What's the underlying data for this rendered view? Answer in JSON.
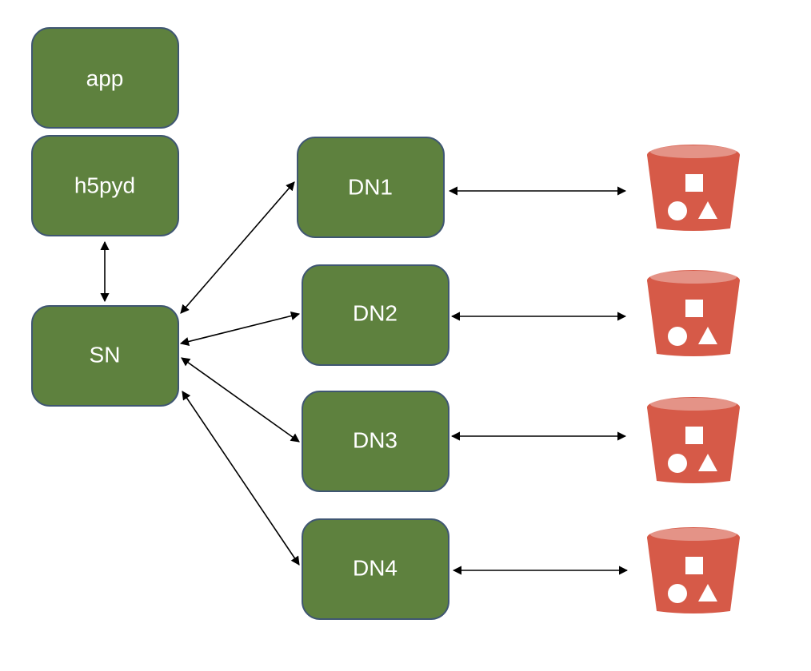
{
  "nodes": {
    "app": "app",
    "h5pyd": "h5pyd",
    "sn": "SN",
    "dn1": "DN1",
    "dn2": "DN2",
    "dn3": "DN3",
    "dn4": "DN4"
  },
  "colors": {
    "node_fill": "#5e813e",
    "node_stroke": "#3f5672",
    "bucket_fill": "#d65a48",
    "bucket_top": "#e38a7c",
    "arrow": "#000000",
    "text": "#ffffff"
  },
  "icons": {
    "storage": "s3-bucket-icon"
  }
}
